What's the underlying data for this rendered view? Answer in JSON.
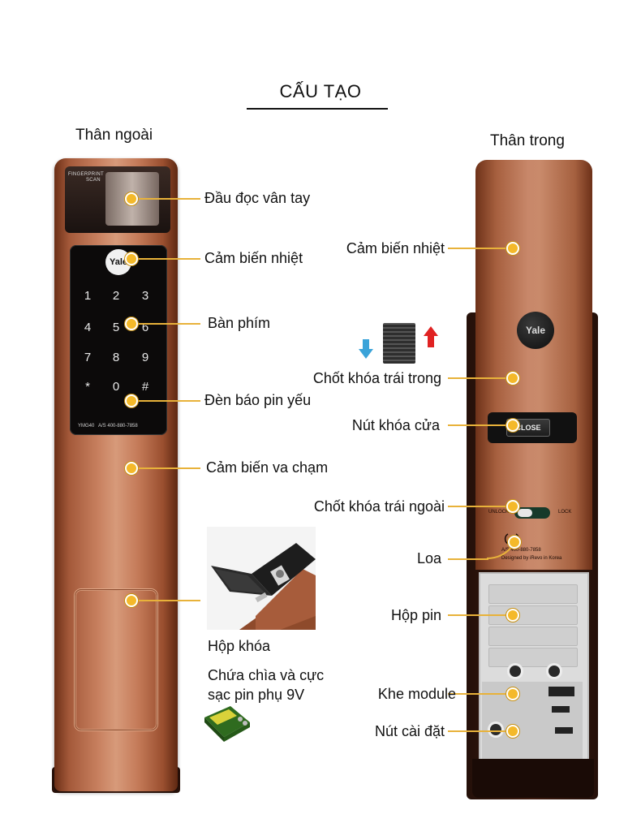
{
  "title": "CẤU TẠO",
  "left_heading": "Thân ngoài",
  "right_heading": "Thân trong",
  "outer_labels": {
    "fingerprint": "Đầu đọc vân tay",
    "heat_sensor": "Cảm biến nhiệt",
    "keypad": "Bàn phím",
    "low_battery_led": "Đèn báo pin yếu",
    "impact_sensor": "Cảm biến va chạm",
    "key_box": "Hộp khóa",
    "key_box_desc_1": "Chứa chìa và cực",
    "key_box_desc_2": "sạc pin phụ 9V"
  },
  "inner_labels": {
    "heat_sensor": "Cảm biến nhiệt",
    "inner_latch": "Chốt khóa trái trong",
    "lock_button": "Nút khóa cửa",
    "outer_latch": "Chốt khóa trái ngoài",
    "speaker": "Loa",
    "battery_box": "Hộp pin",
    "module_slot": "Khe module",
    "setup_button": "Nút cài đặt"
  },
  "device_text": {
    "brand": "Yale",
    "fingerprint_label_1": "FINGERPRINT",
    "fingerprint_label_2": "SCAN",
    "model": "YMG40",
    "service_outer": "A/S 400-880-7858",
    "close_button": "CLOSE",
    "unlock": "UNLOCK",
    "lock": "LOCK",
    "service_inner": "A/S 400-880-7858",
    "designed": "Designed by iRevo in Korea"
  },
  "keys": [
    "1",
    "2",
    "3",
    "4",
    "5",
    "6",
    "7",
    "8",
    "9",
    "*",
    "0",
    "#"
  ],
  "colors": {
    "accent_line": "#e8b23a",
    "dot": "#f4b92a",
    "copper": "#c77f5e"
  }
}
